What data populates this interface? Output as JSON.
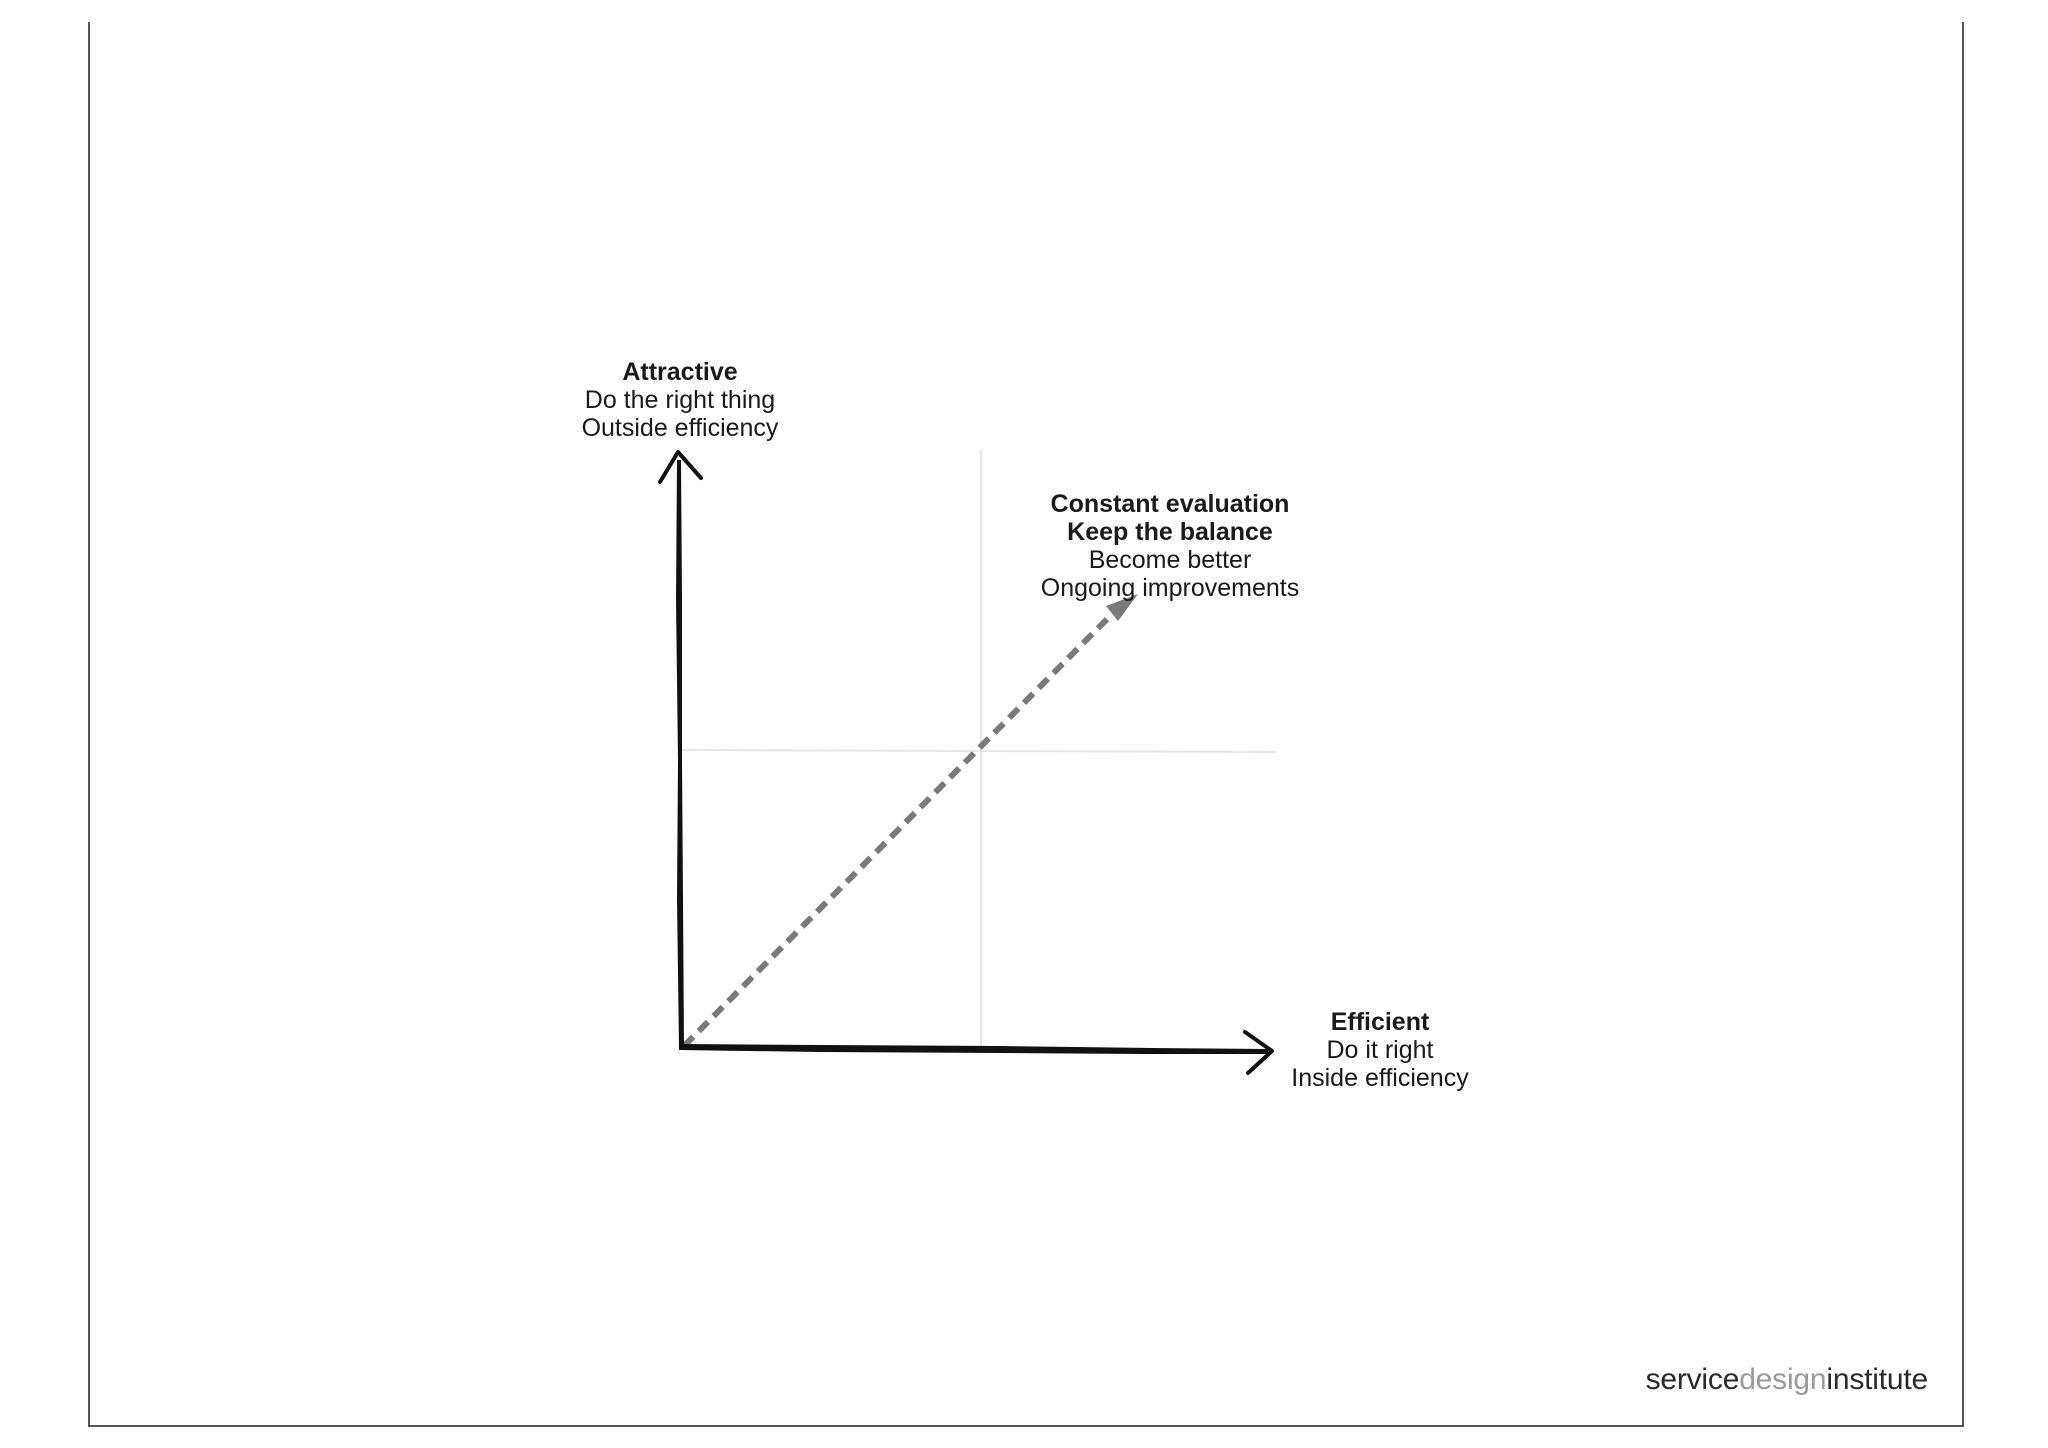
{
  "colors": {
    "axis": "#111111",
    "arrow_dashed": "#7a7a7a",
    "grid": "#e6e6e6",
    "frame": "#555555",
    "brand_light": "#9a9a9a"
  },
  "top_axis": {
    "title": "Attractive",
    "line1": "Do the right thing",
    "line2": "Outside efficiency"
  },
  "goal": {
    "title1": "Constant evaluation",
    "title2": "Keep the balance",
    "line1": "Become better",
    "line2": "Ongoing improvements"
  },
  "right_axis": {
    "title": "Efficient",
    "line1": "Do it right",
    "line2": "Inside efficiency"
  },
  "brand": {
    "part1": "service",
    "part2": "design",
    "part3": "institute"
  }
}
